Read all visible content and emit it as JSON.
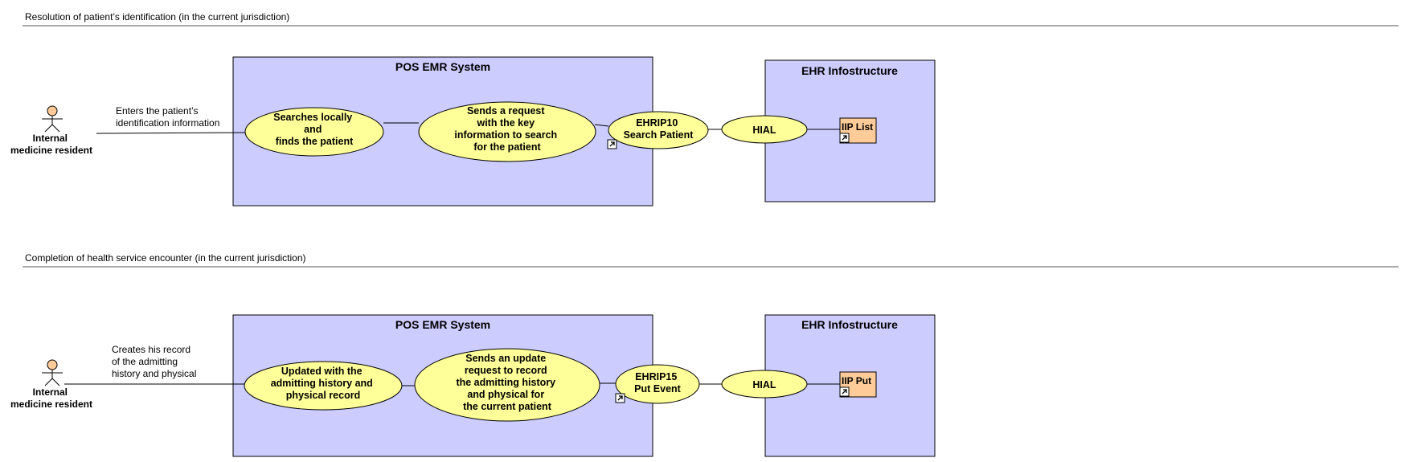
{
  "sections": [
    {
      "title": "Resolution of patient’s identification (in the current jurisdiction)",
      "actor": {
        "label_lines": [
          "Internal",
          "medicine resident"
        ]
      },
      "connector_note_lines": [
        "Enters the patient’s",
        "identification information"
      ],
      "pos_box": {
        "title": "POS EMR System"
      },
      "ehr_box": {
        "title": "EHR Infostructure"
      },
      "uc1_lines": [
        "Searches locally",
        "and",
        "finds the patient"
      ],
      "uc2_lines": [
        "Sends a request",
        "with the key",
        "information to search",
        "for the patient"
      ],
      "interaction_lines": [
        "EHRIP10",
        "Search Patient"
      ],
      "hial_label": "HIAL",
      "artifact_label": "IIP List"
    },
    {
      "title": "Completion of health service encounter (in the current jurisdiction)",
      "actor": {
        "label_lines": [
          "Internal",
          "medicine resident"
        ]
      },
      "connector_note_lines": [
        "Creates his record",
        "of the admitting",
        "history and physical"
      ],
      "pos_box": {
        "title": "POS EMR System"
      },
      "ehr_box": {
        "title": "EHR Infostructure"
      },
      "uc1_lines": [
        "Updated with the",
        "admitting history and",
        "physical record"
      ],
      "uc2_lines": [
        "Sends an update",
        "request to record",
        "the admitting history",
        "and physical for",
        "the current patient"
      ],
      "interaction_lines": [
        "EHRIP15",
        "Put Event"
      ],
      "hial_label": "HIAL",
      "artifact_label": "IIP Put"
    }
  ],
  "colors": {
    "box_fill": "#ccccff",
    "usecase_fill": "#ffff99",
    "artifact_fill": "#ffcc99",
    "actor_head": "#ffcc99",
    "line": "#000000"
  },
  "icons": {
    "link_marker": "shortcut-arrow-icon",
    "actor": "stick-figure-icon"
  }
}
